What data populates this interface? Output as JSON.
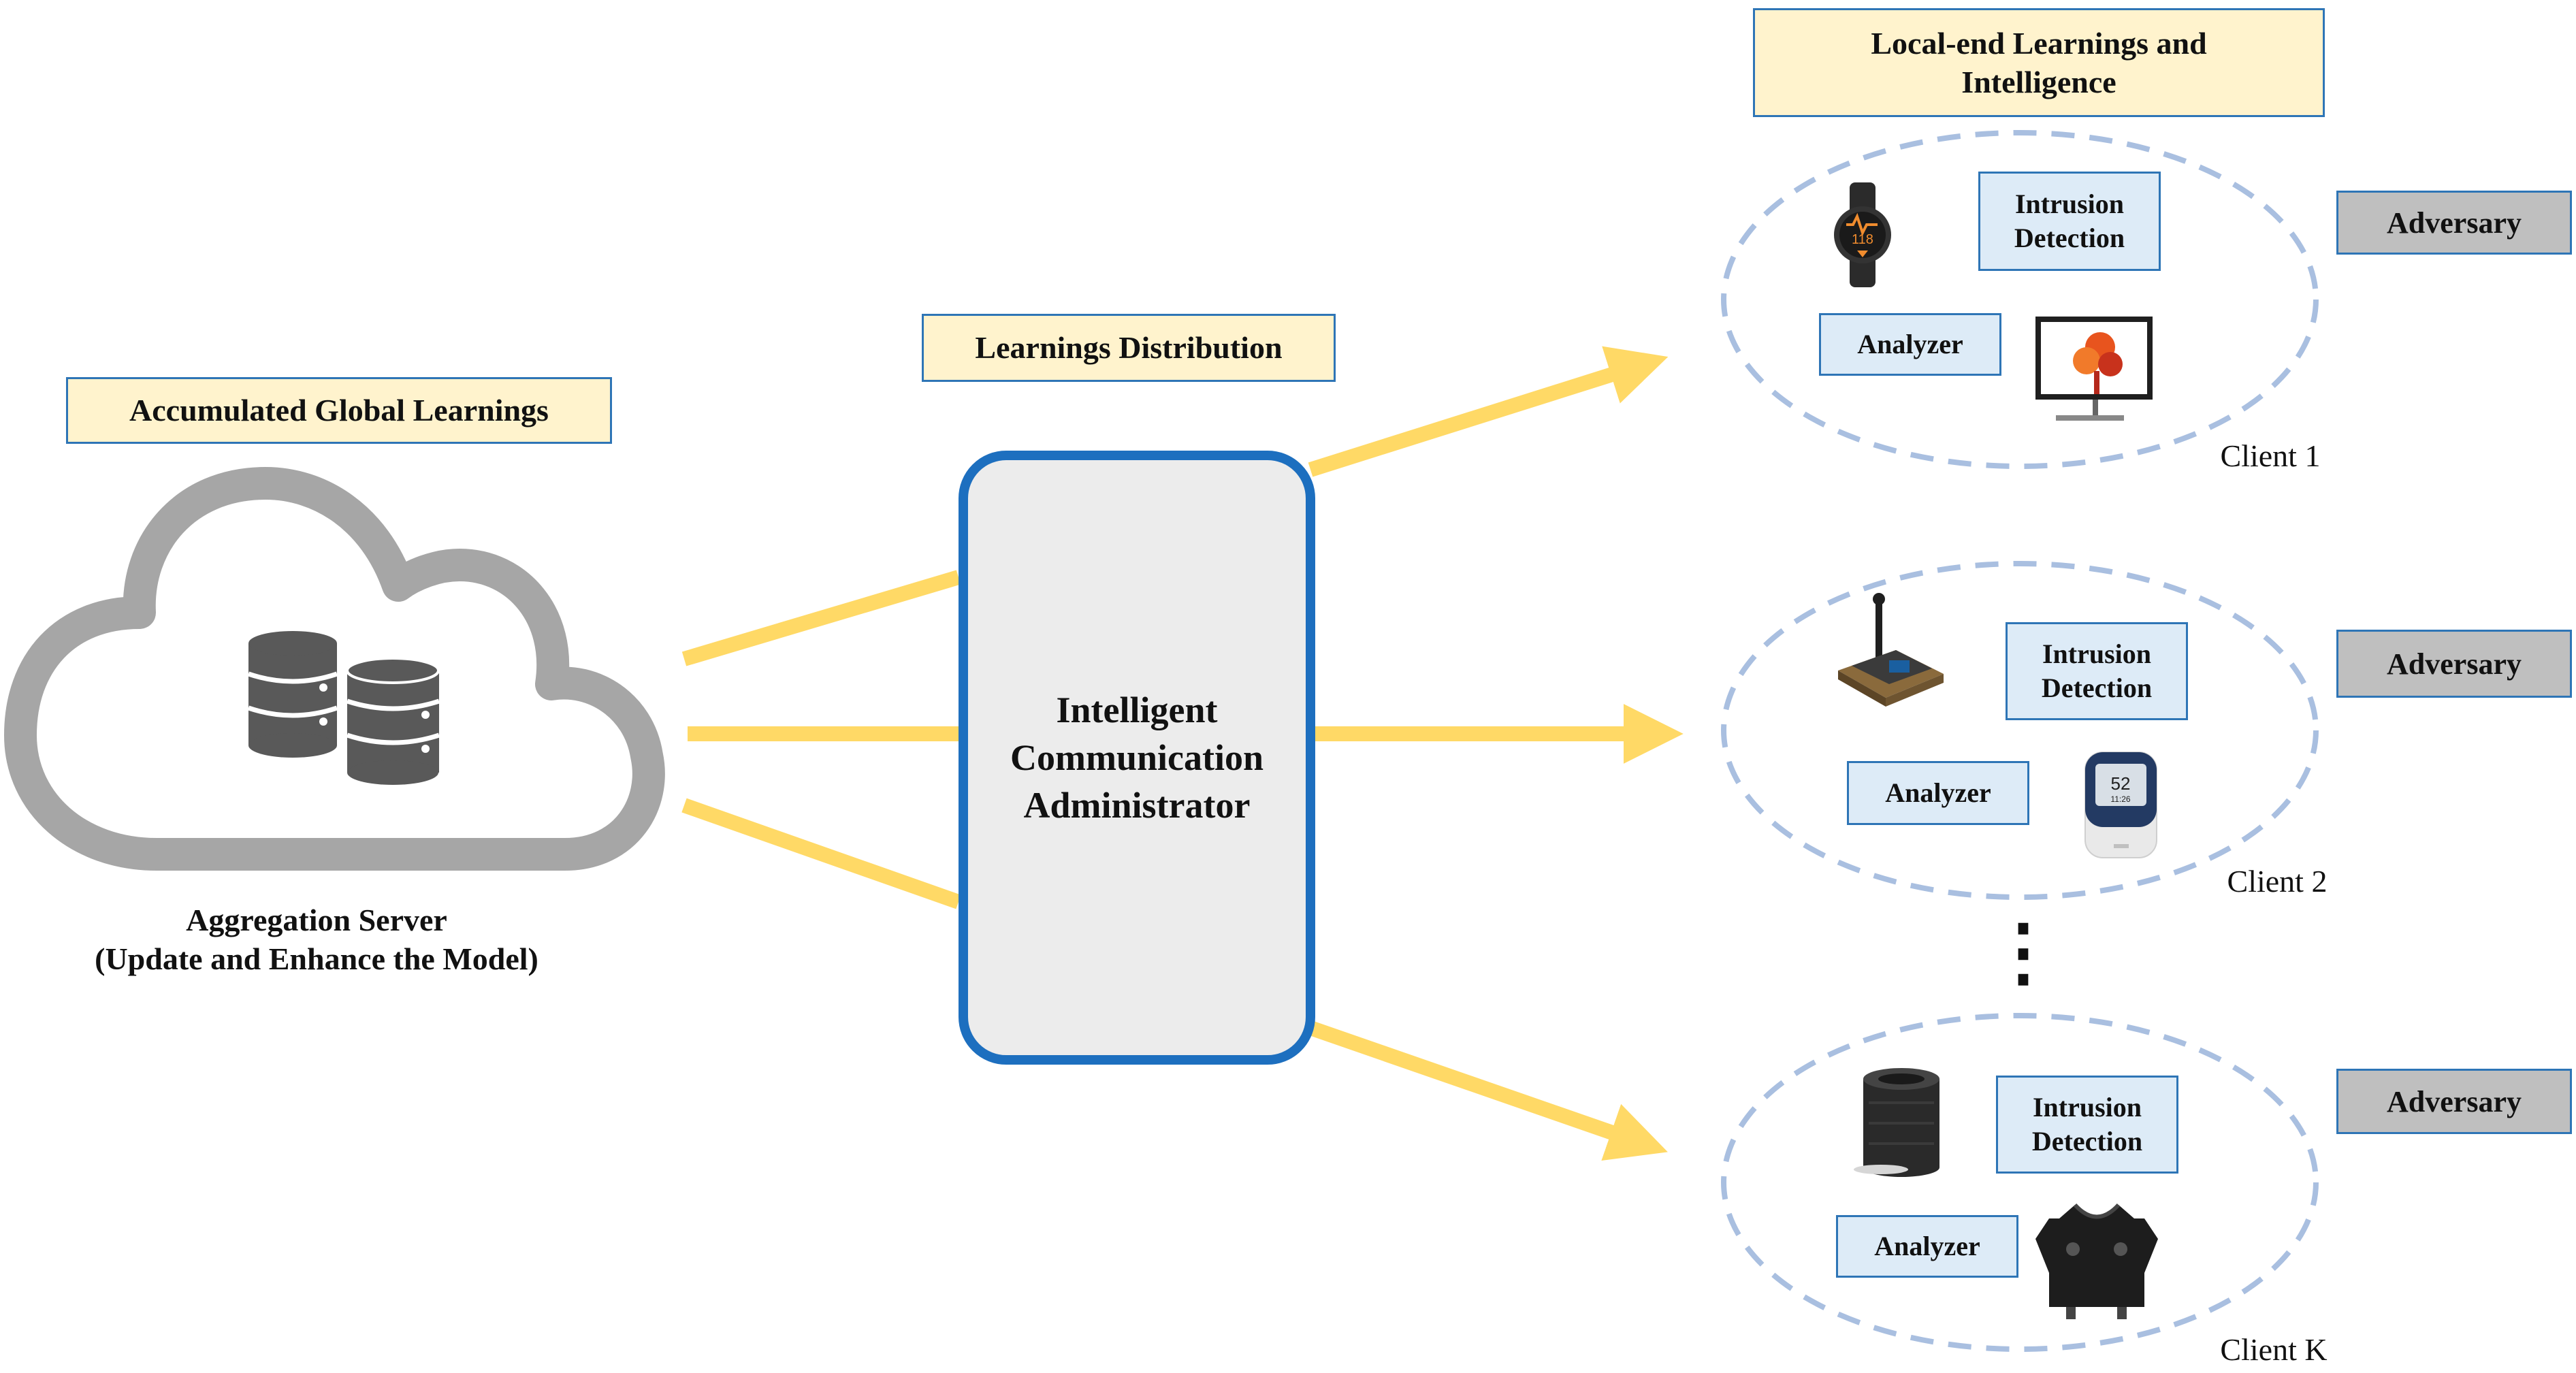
{
  "colors": {
    "arrow": "#ffd966",
    "cloud": "#a6a6a6",
    "database": "#595959",
    "client_ring": "#a9bfe0",
    "accent_border": "#2e75b6",
    "label_yellow": "#fff3cd",
    "label_blue": "#ddebf7",
    "label_gray": "#bfbfbf"
  },
  "server": {
    "header": "Accumulated Global Learnings",
    "caption_line1": "Aggregation Server",
    "caption_line2": "(Update and Enhance the Model)",
    "icon": "database-icon"
  },
  "center": {
    "header": "Learnings Distribution",
    "line1": "Intelligent",
    "line2": "Communication",
    "line3": "Administrator"
  },
  "local": {
    "header_line1": "Local-end Learnings and",
    "header_line2": "Intelligence"
  },
  "clients": [
    {
      "name": "Client 1",
      "ids_line1": "Intrusion",
      "ids_line2": "Detection",
      "analyzer": "Analyzer",
      "adversary": "Adversary",
      "devices": [
        "smartwatch-icon",
        "monitor-icon"
      ]
    },
    {
      "name": "Client 2",
      "ids_line1": "Intrusion",
      "ids_line2": "Detection",
      "analyzer": "Analyzer",
      "adversary": "Adversary",
      "devices": [
        "iot-board-icon",
        "glucose-meter-icon"
      ]
    },
    {
      "name": "Client K",
      "ids_line1": "Intrusion",
      "ids_line2": "Detection",
      "analyzer": "Analyzer",
      "adversary": "Adversary",
      "devices": [
        "smart-speaker-icon",
        "sensor-vest-icon"
      ]
    }
  ],
  "ellipsis": "⋮"
}
